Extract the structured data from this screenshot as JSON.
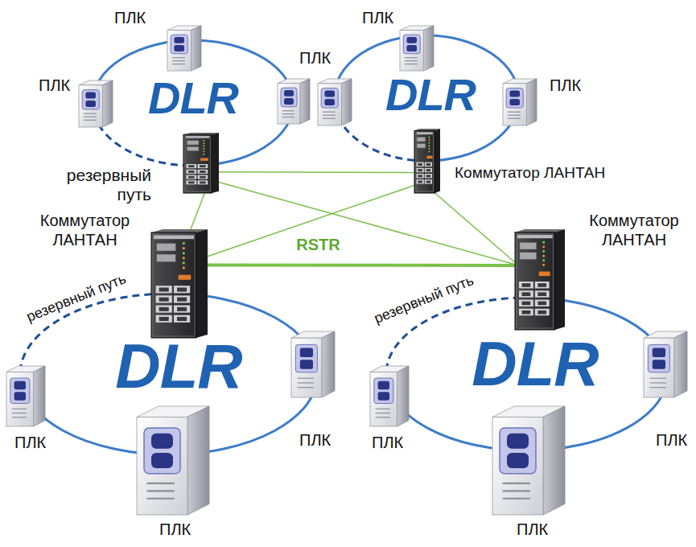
{
  "diagram": {
    "nodes": [
      {
        "text": [
          "DLR"
        ]
      },
      {
        "text": [
          "DLR"
        ]
      },
      {
        "text": [
          "DLR"
        ]
      },
      {
        "text": [
          "DLR"
        ]
      },
      {
        "text": []
      },
      {
        "text": [
          "Коммутатор ЛАНТАН"
        ]
      },
      {
        "text": [
          "Коммутатор ЛАНТАН"
        ]
      },
      {
        "text": [
          "Коммутатор ЛАНТАН"
        ]
      },
      {
        "text": [
          "ПЛК"
        ]
      },
      {
        "text": [
          "ПЛК"
        ]
      },
      {
        "text": [
          "ПЛК"
        ]
      },
      {
        "text": [
          "ПЛК"
        ]
      },
      {
        "text": [
          "ПЛК"
        ]
      },
      {
        "text": [
          "ПЛК"
        ]
      },
      {
        "text": [
          "ПЛК"
        ]
      },
      {
        "text": [
          "ПЛК"
        ]
      },
      {
        "text": [
          "ПЛК"
        ]
      },
      {
        "text": [
          "ПЛК"
        ]
      },
      {
        "text": [
          "ПЛК"
        ]
      }
    ],
    "edges": [
      {
        "from": 4,
        "to": 5,
        "arrow": "none"
      },
      {
        "from": 4,
        "to": 6,
        "arrow": "none"
      },
      {
        "from": 4,
        "to": 7,
        "arrow": "none"
      },
      {
        "from": 5,
        "to": 6,
        "arrow": "none"
      },
      {
        "from": 5,
        "to": 7,
        "arrow": "none"
      },
      {
        "from": 6,
        "to": 7,
        "label": "RSTR",
        "arrow": "none"
      }
    ],
    "labels": [
      "резервный путь",
      "резервный путь",
      "резервный путь"
    ]
  }
}
